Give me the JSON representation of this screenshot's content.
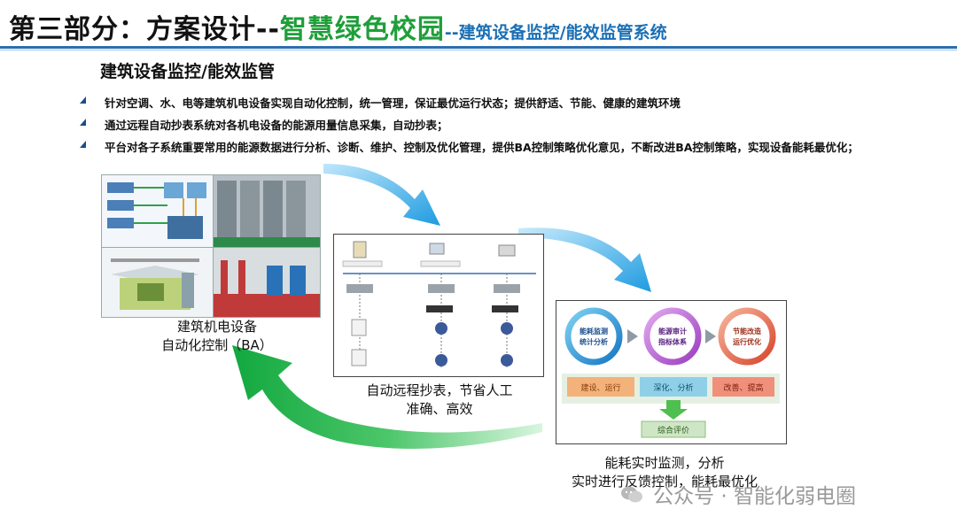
{
  "header": {
    "title_main": "第三部分：方案设计--",
    "title_highlight": "智慧绿色校园",
    "title_sub": "--建筑设备监控/能效监管系统"
  },
  "section": {
    "heading": "建筑设备监控/能效监管",
    "bullets": [
      "针对空调、水、电等建筑机电设备实现自动化控制，统一管理，保证最优运行状态；提供舒适、节能、健康的建筑环境",
      "通过远程自动抄表系统对各机电设备的能源用量信息采集，自动抄表；",
      "平台对各子系统重要常用的能源数据进行分析、诊断、维护、控制及优化管理，提供BA控制策略优化意见，不断改进BA控制策略，实现设备能耗最优化；"
    ]
  },
  "stage1": {
    "caption_line1": "建筑机电设备",
    "caption_line2": "自动化控制（BA）"
  },
  "stage2": {
    "caption_line1": "自动远程抄表，节省人工",
    "caption_line2": "准确、高效"
  },
  "stage3": {
    "caption_line1": "能耗实时监测，分析",
    "caption_line2": "实时进行反馈控制，能耗最优化",
    "circles": [
      "能耗监测\n统计分析",
      "能源审计\n指标体系",
      "节能改造\n运行优化"
    ],
    "boxes": [
      "建设、运行",
      "深化、分析",
      "改善、提高"
    ],
    "final": "综合评价"
  },
  "watermark": "公众号 · 智能化弱电圈",
  "colors": {
    "accent_green": "#1f9e3a",
    "accent_blue": "#1a6fb5",
    "arrow_blue": "#2aa6e6",
    "arrow_green": "#19b34a"
  }
}
